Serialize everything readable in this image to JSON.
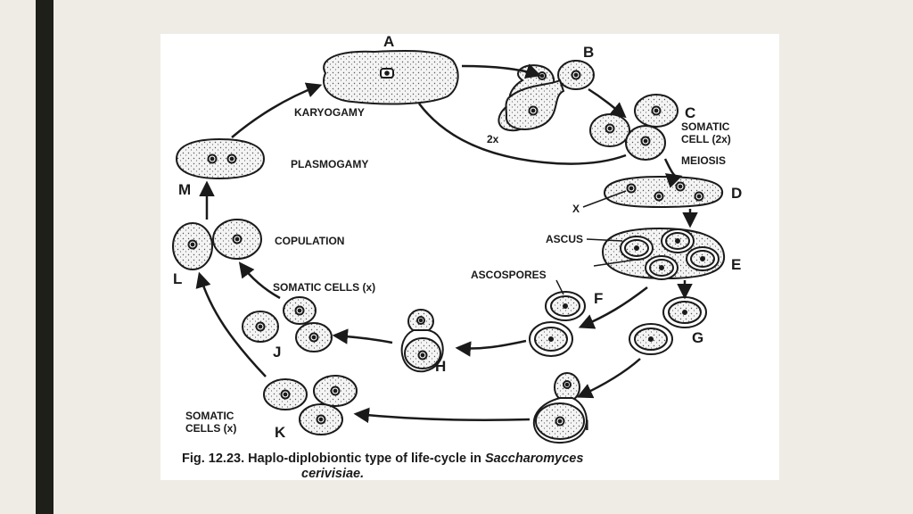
{
  "slide": {
    "accent_bar_color": "#1d1f18",
    "background_color": "#efece6"
  },
  "figure": {
    "stage_letters": {
      "a": "A",
      "b": "B",
      "c": "C",
      "d": "D",
      "e": "E",
      "f": "F",
      "g": "G",
      "h": "H",
      "i": "I",
      "j": "J",
      "k": "K",
      "l": "L",
      "m": "M"
    },
    "labels": {
      "karyogamy": "KARYOGAMY",
      "ploidy_2x": "2x",
      "somatic_cell_2x_line1": "SOMATIC",
      "somatic_cell_2x_line2": "CELL (2x)",
      "meiosis": "MEIOSIS",
      "x": "X",
      "ascus": "ASCUS",
      "ascospores": "ASCOSPORES",
      "plasmogamy": "PLASMOGAMY",
      "copulation": "COPULATION",
      "somatic_cells_x": "SOMATIC CELLS (x)",
      "somatic_cells_x_k_line1": "SOMATIC",
      "somatic_cells_x_k_line2": "CELLS (x)"
    },
    "caption": {
      "prefix": "Fig. 12.23. Haplo-diplobiontic type of life-cycle in ",
      "genus": "Saccharomyces",
      "species": "cerivisiae."
    }
  }
}
